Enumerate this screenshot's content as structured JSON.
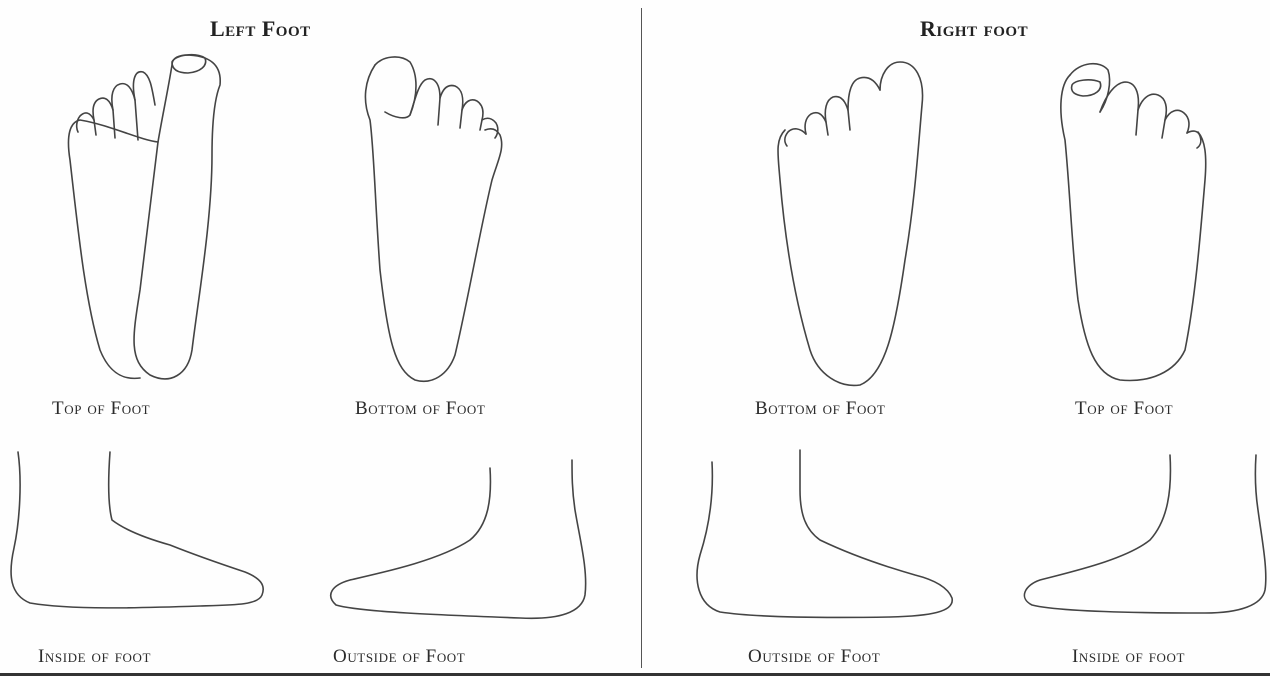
{
  "left_panel": {
    "title": "Left Foot",
    "labels": {
      "top": "Top of Foot",
      "bottom": "Bottom of Foot",
      "inside": "Inside of foot",
      "outside": "Outside of Foot"
    }
  },
  "right_panel": {
    "title": "Right foot",
    "labels": {
      "bottom": "Bottom of Foot",
      "top": "Top of Foot",
      "outside": "Outside of Foot",
      "inside": "Inside of foot"
    }
  },
  "colors": {
    "ink": "#444444",
    "background": "#fefefe"
  }
}
